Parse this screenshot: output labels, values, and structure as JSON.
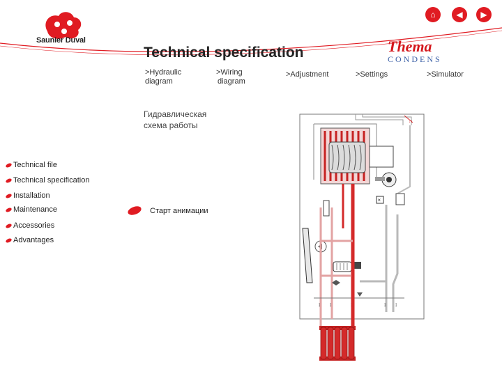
{
  "header": {
    "brand": "Saunier Duval",
    "title": "Technical specification",
    "product_logo": {
      "line1": "Thema",
      "line2": "CONDENS"
    },
    "nav_buttons": [
      {
        "icon": "home-icon",
        "glyph": "⌂"
      },
      {
        "icon": "arrow-left-icon",
        "glyph": "◀"
      },
      {
        "icon": "arrow-right-icon",
        "glyph": "▶"
      }
    ]
  },
  "top_nav": [
    {
      "label_line1": ">Hydraulic",
      "label_line2": "diagram"
    },
    {
      "label_line1": ">Wiring",
      "label_line2": "diagram"
    },
    {
      "label_line1": ">Adjustment",
      "label_line2": ""
    },
    {
      "label_line1": ">Settings",
      "label_line2": ""
    },
    {
      "label_line1": ">Simulator",
      "label_line2": ""
    }
  ],
  "sidebar": {
    "items": [
      {
        "label": "Technical file"
      },
      {
        "label": "Technical specification"
      },
      {
        "label": "Installation"
      },
      {
        "label": "Maintenance"
      },
      {
        "label": "Accessories"
      },
      {
        "label": "Advantages"
      }
    ]
  },
  "main": {
    "section_title_line1": "Гидравлическая",
    "section_title_line2": "схема работы",
    "animation_label": "Старт анимации"
  },
  "colors": {
    "accent": "#e01b22",
    "thema": "#d4171c",
    "condens": "#3f63a8",
    "hot_pipe": "#d42a2a",
    "warm_pipe": "#e3a3a3",
    "cold_pipe": "#b9b9b9"
  }
}
